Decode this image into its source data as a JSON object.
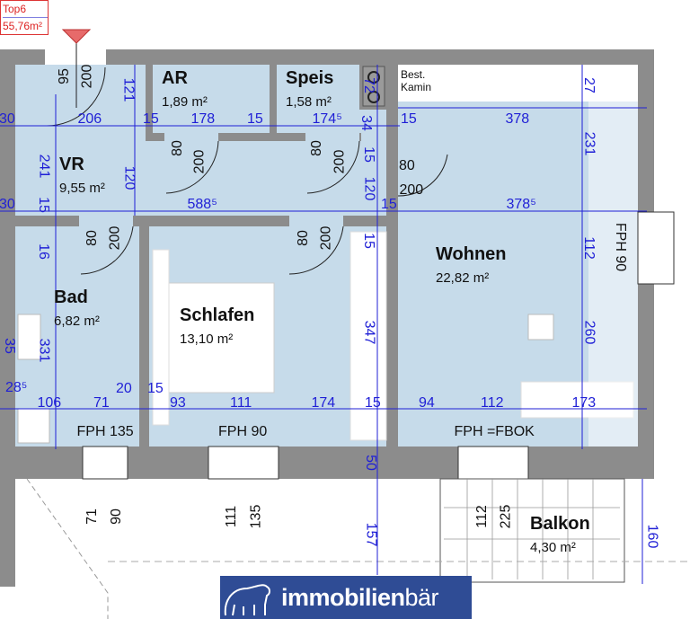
{
  "unit_tag": {
    "name": "Top6",
    "area": "55,76m²"
  },
  "rooms": [
    {
      "name": "AR",
      "area": "1,89 m²"
    },
    {
      "name": "Speis",
      "area": "1,58 m²"
    },
    {
      "name": "VR",
      "area": "9,55 m²"
    },
    {
      "name": "Bad",
      "area": "6,82 m²"
    },
    {
      "name": "Schlafen",
      "area": "13,10 m²"
    },
    {
      "name": "Wohnen",
      "area": "22,82 m²"
    },
    {
      "name": "Balkon",
      "area": "4,30 m²"
    }
  ],
  "kamin": {
    "line1": "Best.",
    "line2": "Kamin"
  },
  "dimensions": [
    "30",
    "206",
    "15",
    "178",
    "15",
    "174⁵",
    "15",
    "378",
    "30",
    "588⁵",
    "15",
    "378⁵",
    "28⁵",
    "106",
    "71",
    "20",
    "15",
    "93",
    "111",
    "174",
    "15",
    "94",
    "112",
    "173",
    "121",
    "241",
    "120",
    "15",
    "16",
    "331",
    "35",
    "72",
    "34",
    "15",
    "120",
    "27",
    "231",
    "112",
    "260",
    "15",
    "347",
    "50",
    "157",
    "160"
  ],
  "door_labels": [
    "95",
    "200",
    "80",
    "200",
    "80",
    "200",
    "80",
    "200",
    "80",
    "200",
    "71",
    "90",
    "111",
    "135",
    "112",
    "225",
    "80",
    "200"
  ],
  "window_labels": [
    "FPH 135",
    "FPH 90",
    "FPH =FBOK",
    "FPH 90"
  ],
  "logo": {
    "bold": "immobilien",
    "light": "bär"
  },
  "colors": {
    "wall": "#8c8c8c",
    "floor": "#c6dbea",
    "dimension": "#1f1fd6",
    "logo_bg": "#2f4c95"
  }
}
